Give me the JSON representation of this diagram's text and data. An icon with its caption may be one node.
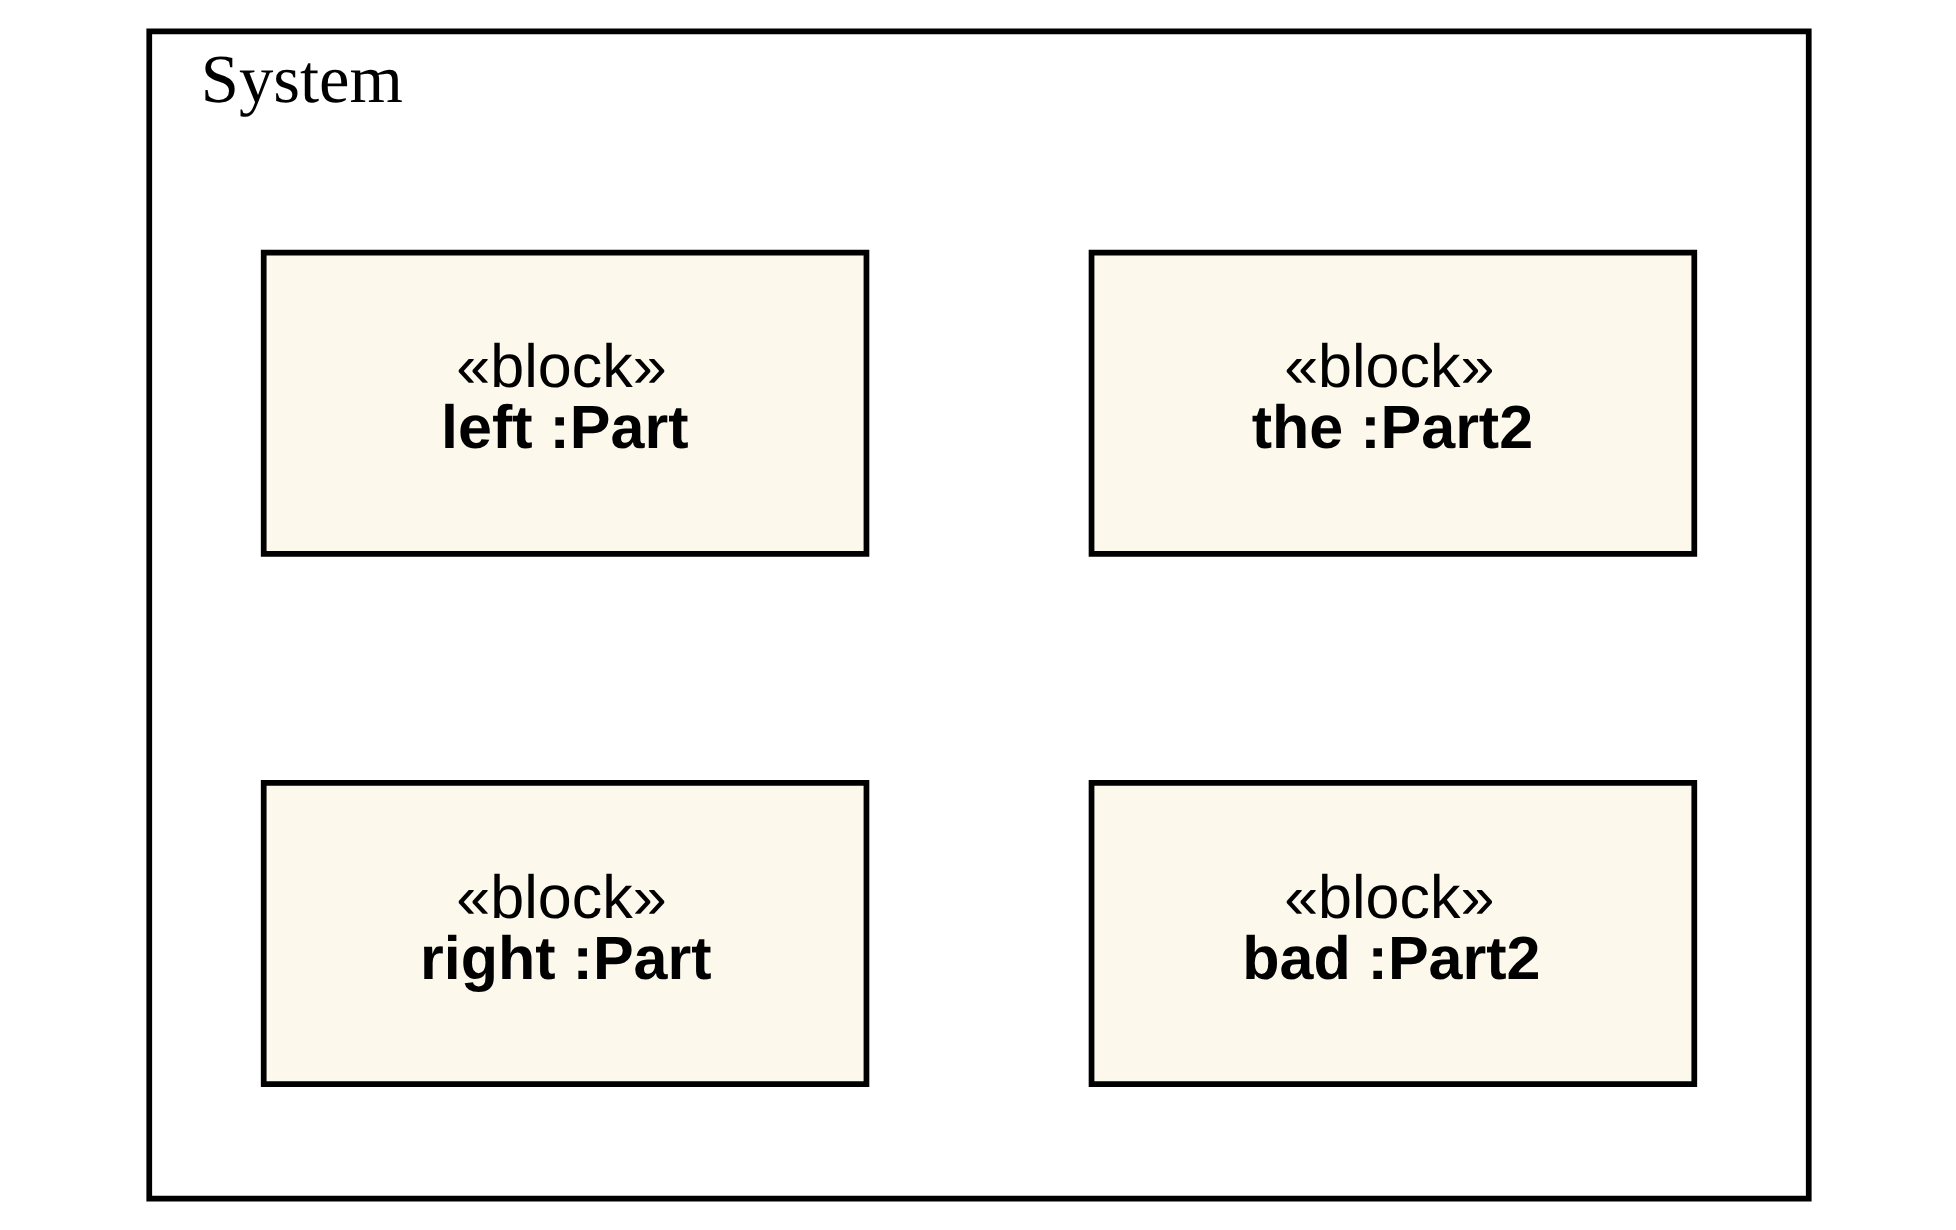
{
  "diagram": {
    "nodes": [
      {
        "text": [
          "System"
        ]
      },
      {
        "text": [
          "«block»",
          "left :Part"
        ],
        "in": 0
      },
      {
        "text": [
          "«block»",
          "the :Part2"
        ],
        "in": 0
      },
      {
        "text": [
          "«block»",
          "right :Part"
        ],
        "in": 0
      },
      {
        "text": [
          "«block»",
          "bad :Part2"
        ],
        "in": 0
      }
    ],
    "edges": []
  }
}
